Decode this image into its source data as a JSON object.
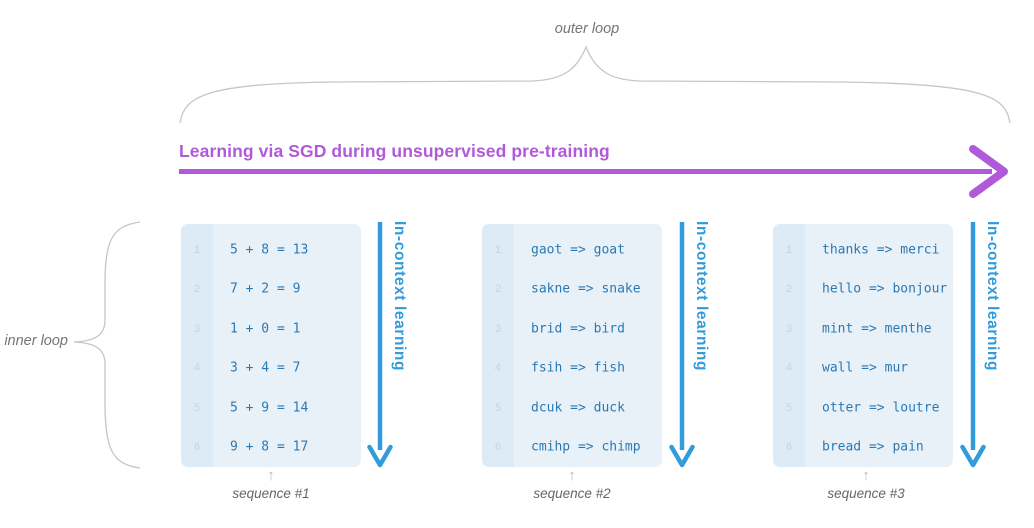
{
  "labels": {
    "outer_loop": "outer loop",
    "inner_loop": "inner loop",
    "heading": "Learning via SGD during unsupervised pre-training",
    "in_context": "In-context learning"
  },
  "line_numbers": [
    "1",
    "2",
    "3",
    "4",
    "5",
    "6"
  ],
  "sequences": [
    {
      "caption": "sequence #1",
      "lines": [
        "5 + 8 = 13",
        "7 + 2 = 9",
        "1 + 0 = 1",
        "3 + 4 = 7",
        "5 + 9 = 14",
        "9 + 8 = 17"
      ]
    },
    {
      "caption": "sequence #2",
      "lines": [
        "gaot => goat",
        "sakne => snake",
        "brid => bird",
        "fsih => fish",
        "dcuk => duck",
        "cmihp => chimp"
      ]
    },
    {
      "caption": "sequence #3",
      "lines": [
        "thanks => merci",
        "hello => bonjour",
        "mint => menthe",
        "wall => mur",
        "otter => loutre",
        "bread => pain"
      ]
    }
  ],
  "icons": {
    "up_arrow": "↑",
    "right_arrow": "right-arrow",
    "down_arrow": "down-arrow"
  },
  "colors": {
    "purple": "#b05ad9",
    "blue": "#319bdc",
    "mono_blue": "#2a79b4",
    "box_bg": "#e9f1f8",
    "gutter_bg": "#dcebf5",
    "brace": "#c6c6c6",
    "gray_label": "#757575",
    "line_num": "#c6d4e2"
  }
}
